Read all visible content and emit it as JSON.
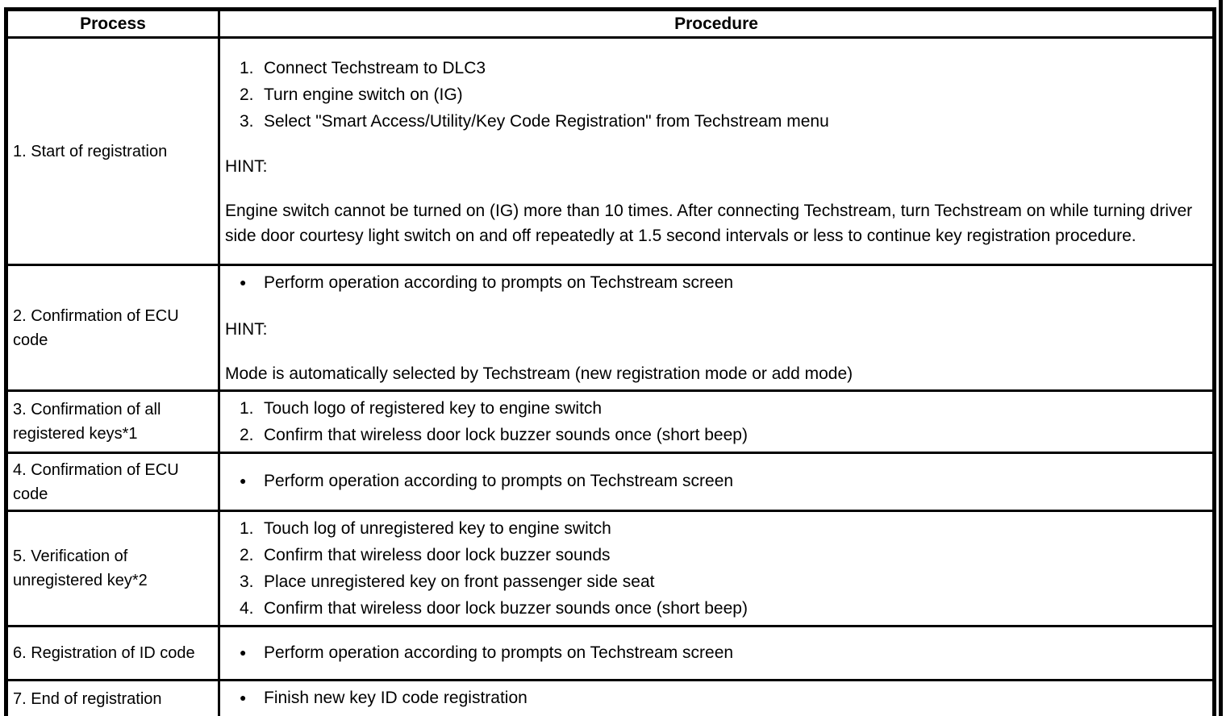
{
  "table": {
    "headers": {
      "process": "Process",
      "procedure": "Procedure"
    },
    "bullet_glyph": "●",
    "rows": [
      {
        "process": "1. Start of registration",
        "items": [
          {
            "m": "1.",
            "t": "Connect Techstream to DLC3"
          },
          {
            "m": "2.",
            "t": "Turn engine switch on (IG)"
          },
          {
            "m": "3.",
            "t": "Select \"Smart Access/Utility/Key Code Registration\" from Techstream menu"
          }
        ],
        "hint_label": "HINT:",
        "hint": "Engine switch cannot be turned on (IG) more than 10 times. After connecting Techstream, turn Techstream on while turning driver side door courtesy light switch on and off repeatedly at 1.5 second intervals or less to continue key registration procedure."
      },
      {
        "process": "2. Confirmation of ECU code",
        "items": [
          {
            "m": "●",
            "t": "Perform operation according to prompts on Techstream screen"
          }
        ],
        "hint_label": "HINT:",
        "hint": "Mode is automatically selected by Techstream (new registration mode or add mode)"
      },
      {
        "process": "3. Confirmation of all registered keys*1",
        "items": [
          {
            "m": "1.",
            "t": "Touch logo of registered key to engine switch"
          },
          {
            "m": "2.",
            "t": "Confirm that wireless door lock buzzer sounds once (short beep)"
          }
        ]
      },
      {
        "process": "4. Confirmation of ECU code",
        "items": [
          {
            "m": "●",
            "t": "Perform operation according to prompts on Techstream screen"
          }
        ]
      },
      {
        "process": "5. Verification of unregistered key*2",
        "items": [
          {
            "m": "1.",
            "t": "Touch log of unregistered key to engine switch"
          },
          {
            "m": "2.",
            "t": "Confirm that wireless door lock buzzer sounds"
          },
          {
            "m": "3.",
            "t": "Place unregistered key on front passenger side seat"
          },
          {
            "m": "4.",
            "t": "Confirm that wireless door lock buzzer sounds once (short beep)"
          }
        ]
      },
      {
        "process": "6. Registration of ID code",
        "items": [
          {
            "m": "●",
            "t": "Perform operation according to prompts on Techstream screen"
          }
        ]
      },
      {
        "process": "7. End of registration",
        "items": [
          {
            "m": "●",
            "t": "Finish new key ID code registration"
          }
        ]
      }
    ]
  }
}
